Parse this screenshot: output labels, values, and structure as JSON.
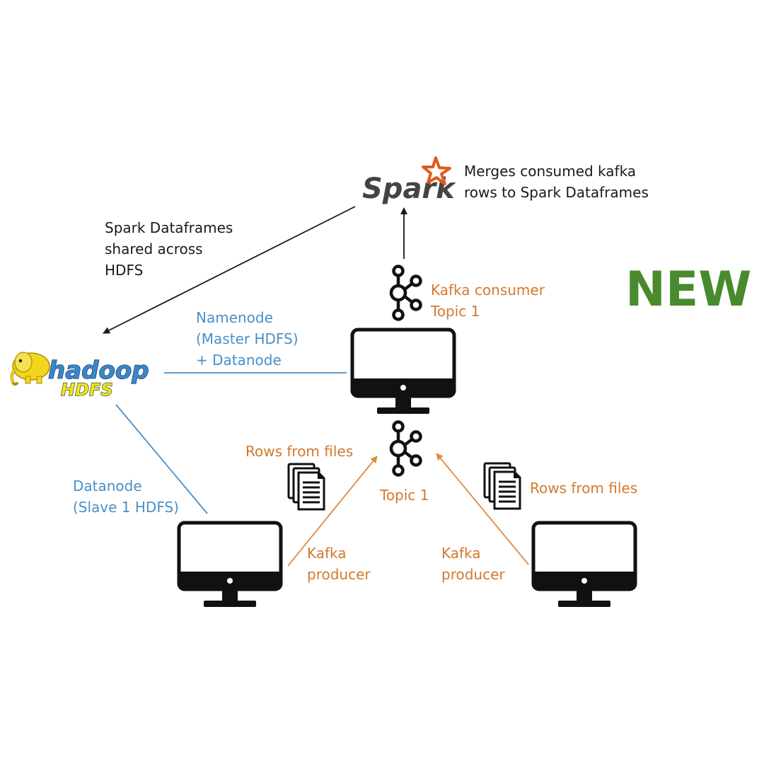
{
  "badge": {
    "text": "NEW",
    "color": "#4a8a2e"
  },
  "logos": {
    "spark": {
      "word": "Spark",
      "star_color": "#e25a1c"
    },
    "hadoop": {
      "word": "hadoop",
      "sub": "HDFS",
      "elephant_color": "#f4d51e"
    }
  },
  "labels": {
    "spark_note_line1": "Merges consumed kafka",
    "spark_note_line2": "rows to Spark Dataframes",
    "shared_line1": "Spark Dataframes",
    "shared_line2": "shared across",
    "shared_line3": "HDFS",
    "namenode_line1": "Namenode",
    "namenode_line2": "(Master HDFS)",
    "namenode_line3": "+ Datanode",
    "consumer_line1": "Kafka consumer",
    "consumer_line2": "Topic 1",
    "topic": "Topic 1",
    "rows_left": "Rows from files",
    "rows_right": "Rows from files",
    "datanode_line1": "Datanode",
    "datanode_line2": "(Slave 1 HDFS)",
    "producer_left_line1": "Kafka",
    "producer_left_line2": "producer",
    "producer_right_line1": "Kafka",
    "producer_right_line2": "producer"
  },
  "colors": {
    "text_black": "#1a1a1a",
    "hdfs_blue": "#4a8fc7",
    "kafka_orange": "#d2792d"
  },
  "icons": [
    "spark-star-icon",
    "hadoop-elephant-icon",
    "kafka-icon",
    "monitor-icon",
    "documents-icon"
  ]
}
